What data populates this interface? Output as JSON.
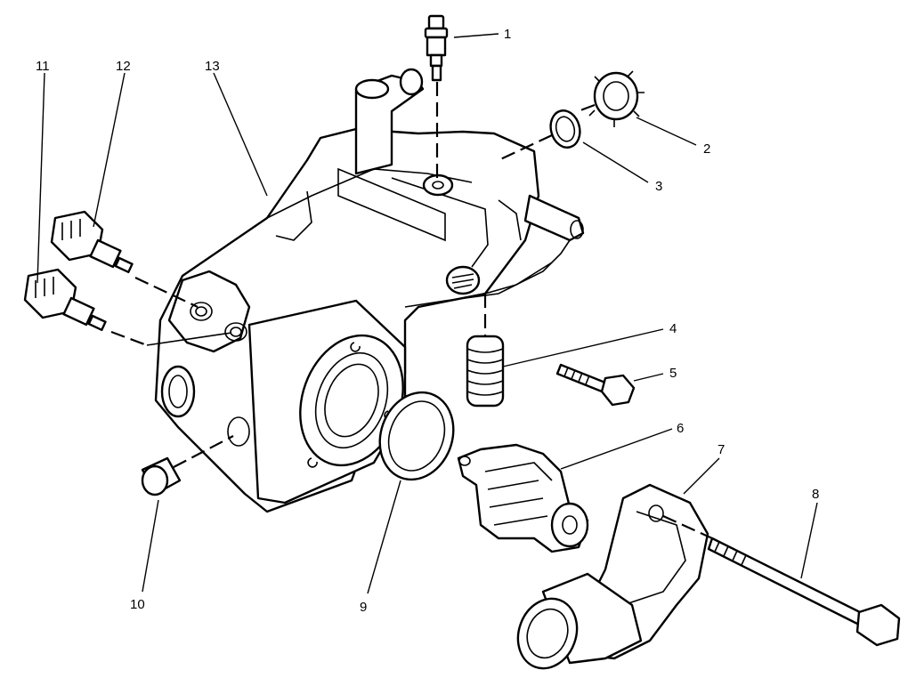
{
  "diagram": {
    "callouts": [
      "1",
      "2",
      "3",
      "4",
      "5",
      "6",
      "7",
      "8",
      "9",
      "10",
      "11",
      "12",
      "13"
    ]
  },
  "colors": {
    "line": "#000000",
    "background": "#ffffff"
  }
}
